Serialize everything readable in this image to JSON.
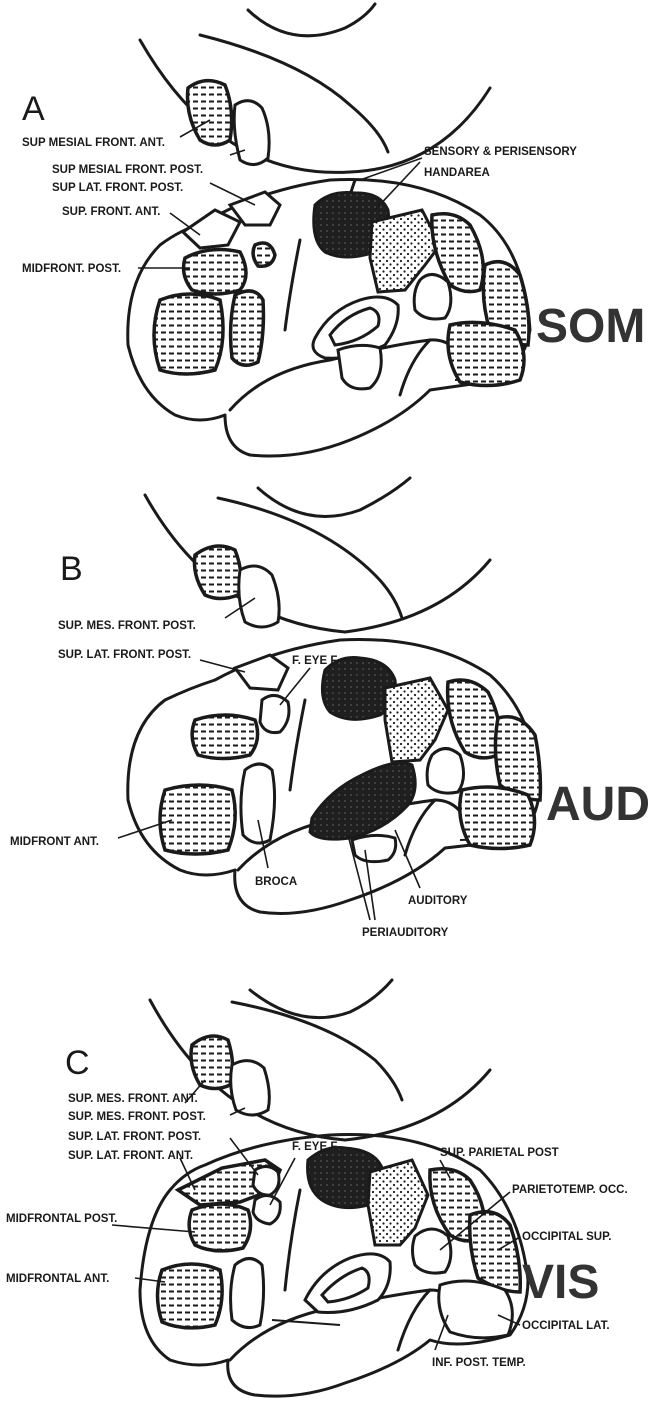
{
  "panels": [
    {
      "letter": "A",
      "modality": "SOM",
      "labels": [
        "SUP MESIAL FRONT. ANT.",
        "SUP MESIAL FRONT. POST.",
        "SUP LAT. FRONT. POST.",
        "SUP. FRONT. ANT.",
        "MIDFRONT. POST.",
        "SENSORY & PERISENSORY",
        "HANDAREA"
      ]
    },
    {
      "letter": "B",
      "modality": "AUD",
      "labels": [
        "SUP. MES. FRONT. POST.",
        "SUP. LAT. FRONT. POST.",
        "F. EYE F.",
        "MIDFRONT ANT.",
        "BROCA",
        "AUDITORY",
        "PERIAUDITORY"
      ]
    },
    {
      "letter": "C",
      "modality": "VIS",
      "labels": [
        "SUP. MES. FRONT. ANT.",
        "SUP. MES. FRONT. POST.",
        "SUP. LAT. FRONT. POST.",
        "SUP. LAT. FRONT. ANT.",
        "F. EYE F.",
        "SUP. PARIETAL POST",
        "PARIETOTEMP. OCC.",
        "OCCIPITAL SUP.",
        "MIDFRONTAL POST.",
        "MIDFRONTAL ANT.",
        "OCCIPITAL LAT.",
        "INF. POST. TEMP."
      ]
    }
  ],
  "colors": {
    "ink": "#1a1a1a",
    "modality_text": "#333333",
    "background": "#ffffff"
  }
}
